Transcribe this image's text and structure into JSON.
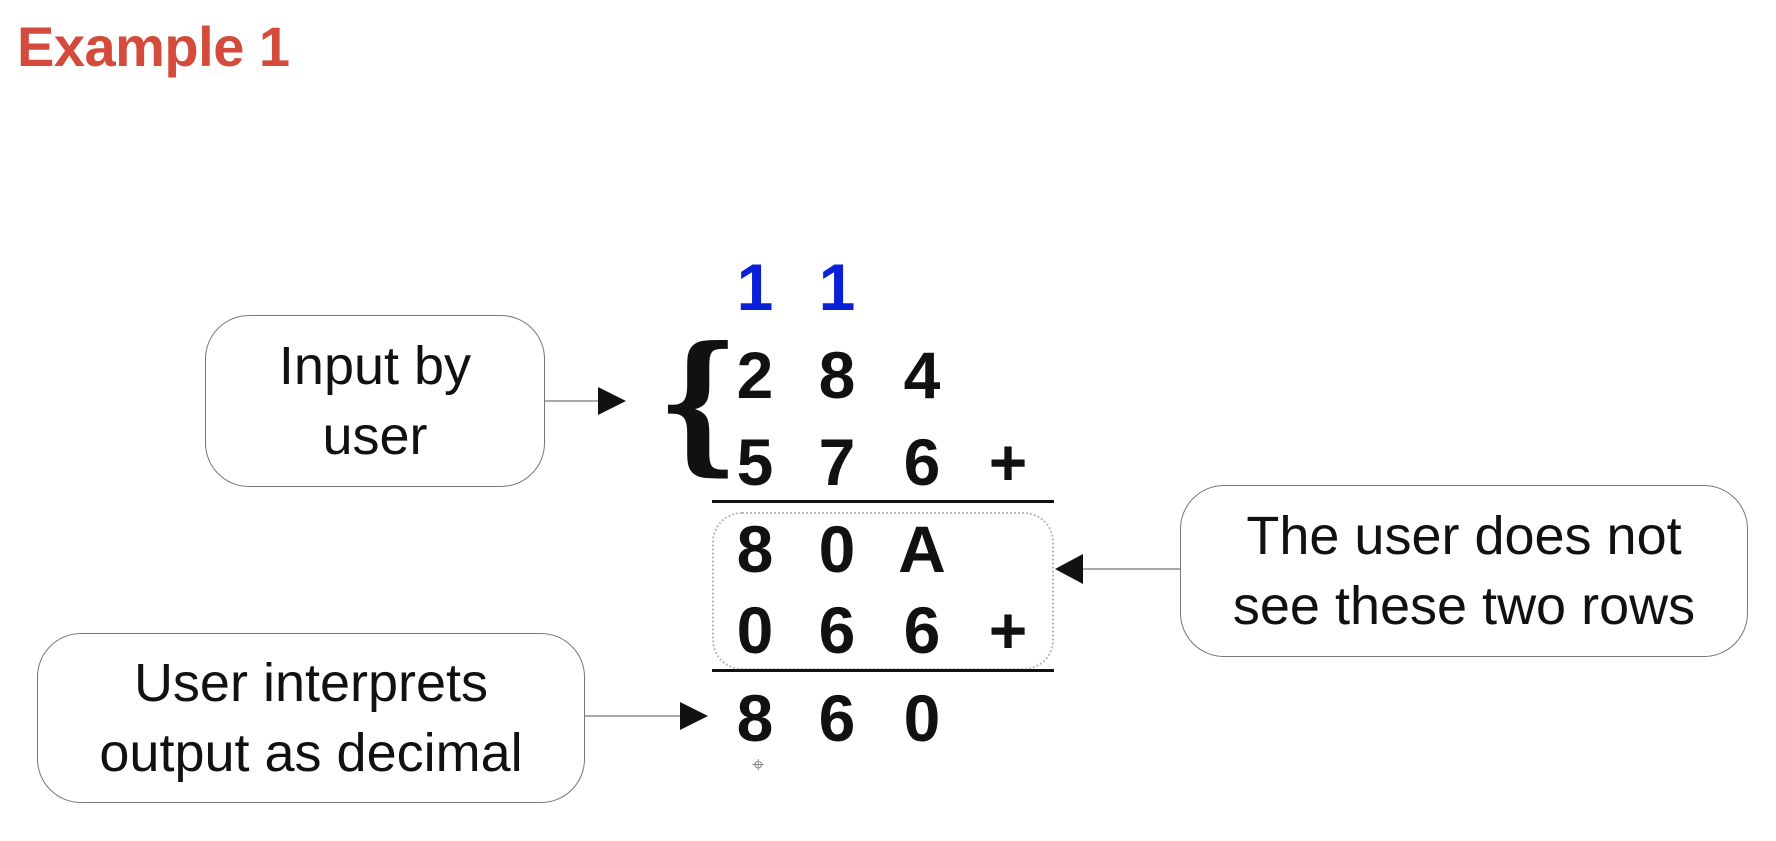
{
  "title": "Example 1",
  "colors": {
    "title": "#d44b3c",
    "carry": "#0a1fd6",
    "text": "#111111"
  },
  "carries": [
    "1",
    "1"
  ],
  "rows": {
    "input_1": [
      "2",
      "8",
      "4"
    ],
    "input_2": [
      "5",
      "7",
      "6"
    ],
    "input_2_op": "+",
    "hidden_1": [
      "8",
      "0",
      "A"
    ],
    "hidden_2": [
      "0",
      "6",
      "6"
    ],
    "hidden_2_op": "+",
    "result": [
      "8",
      "6",
      "0"
    ]
  },
  "callouts": {
    "input": [
      "Input by",
      "user"
    ],
    "hidden": [
      "The user does not",
      "see these two rows"
    ],
    "output": [
      "User interprets",
      "output as decimal"
    ]
  }
}
